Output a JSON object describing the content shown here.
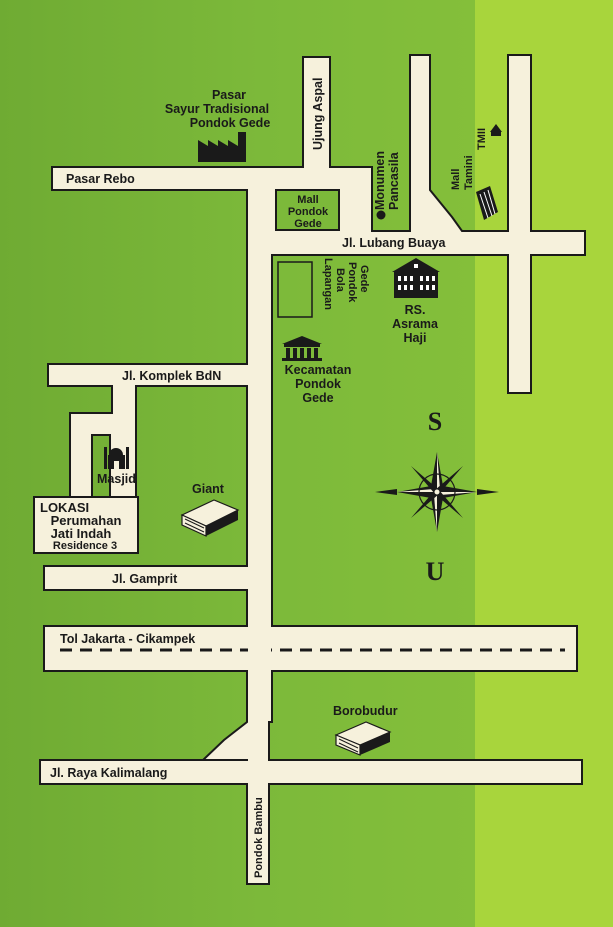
{
  "colors": {
    "background_dark": "#7bb53a",
    "background_light": "#a8d53c",
    "road_fill": "#f6f1dc",
    "outline": "#1a1a1a"
  },
  "roads": {
    "pasar_rebo": "Pasar Rebo",
    "ujung_aspal": "Ujung Aspal",
    "lubang_buaya": "Jl. Lubang Buaya",
    "komplek_bdn": "Jl. Komplek BdN",
    "gamprit": "Jl. Gamprit",
    "tol": "Tol Jakarta - Cikampek",
    "kalimalang": "Jl. Raya Kalimalang",
    "pondok_bambu": "Pondok Bambu"
  },
  "landmarks": {
    "pasar": [
      "Pasar",
      "Sayur Tradisional",
      "Pondok Gede"
    ],
    "mall_pondok_gede": [
      "Mall",
      "Pondok",
      "Gede"
    ],
    "monumen": [
      "Monumen",
      "Pancasila"
    ],
    "mall_tamini": [
      "Mall",
      "Tamini"
    ],
    "tmii": "TMII",
    "lapangan": [
      "Lapangan",
      "Bola",
      "Pondok",
      "Gede"
    ],
    "rs": [
      "RS.",
      "Asrama",
      "Haji"
    ],
    "kecamatan": [
      "Kecamatan",
      "Pondok",
      "Gede"
    ],
    "masjid": "Masjid",
    "giant": "Giant",
    "borobudur": "Borobudur"
  },
  "lokasi": {
    "title": "LOKASI",
    "line1": "Perumahan",
    "line2": "Jati Indah",
    "line3": "Residence 3"
  },
  "compass": {
    "north_label": "U",
    "south_label": "S"
  }
}
